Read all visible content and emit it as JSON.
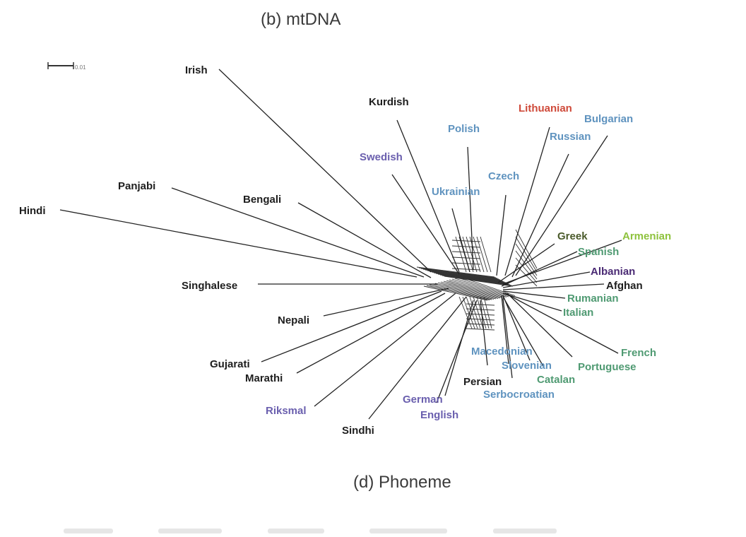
{
  "captions": {
    "top": "(b) mtDNA",
    "bottom": "(d) Phoneme"
  },
  "scale_bar": {
    "label": "0.01"
  },
  "colors": {
    "black": "#1e1e1e",
    "slavic_blue": "#5f93bf",
    "germanic_purple": "#6a5fae",
    "romance_green": "#4f9a72",
    "armenian_green": "#8ec23d",
    "baltic_red": "#cf4a3a",
    "albanian_purple": "#4a2a74",
    "greek_olive": "#4a5a2a"
  },
  "taxa": [
    {
      "name": "Irish",
      "color": "#1e1e1e"
    },
    {
      "name": "Kurdish",
      "color": "#1e1e1e"
    },
    {
      "name": "Polish",
      "color": "#5f93bf"
    },
    {
      "name": "Lithuanian",
      "color": "#cf4a3a"
    },
    {
      "name": "Bulgarian",
      "color": "#5f93bf"
    },
    {
      "name": "Russian",
      "color": "#5f93bf"
    },
    {
      "name": "Swedish",
      "color": "#6a5fae"
    },
    {
      "name": "Czech",
      "color": "#5f93bf"
    },
    {
      "name": "Ukrainian",
      "color": "#5f93bf"
    },
    {
      "name": "Panjabi",
      "color": "#1e1e1e"
    },
    {
      "name": "Bengali",
      "color": "#1e1e1e"
    },
    {
      "name": "Hindi",
      "color": "#1e1e1e"
    },
    {
      "name": "Greek",
      "color": "#4a5a2a"
    },
    {
      "name": "Armenian",
      "color": "#8ec23d"
    },
    {
      "name": "Spanish",
      "color": "#4f9a72"
    },
    {
      "name": "Albanian",
      "color": "#4a2a74"
    },
    {
      "name": "Afghan",
      "color": "#1e1e1e"
    },
    {
      "name": "Singhalese",
      "color": "#1e1e1e"
    },
    {
      "name": "Rumanian",
      "color": "#4f9a72"
    },
    {
      "name": "Italian",
      "color": "#4f9a72"
    },
    {
      "name": "Nepali",
      "color": "#1e1e1e"
    },
    {
      "name": "French",
      "color": "#4f9a72"
    },
    {
      "name": "Macedonian",
      "color": "#5f93bf"
    },
    {
      "name": "Slovenian",
      "color": "#5f93bf"
    },
    {
      "name": "Portuguese",
      "color": "#4f9a72"
    },
    {
      "name": "Gujarati",
      "color": "#1e1e1e"
    },
    {
      "name": "Marathi",
      "color": "#1e1e1e"
    },
    {
      "name": "Persian",
      "color": "#1e1e1e"
    },
    {
      "name": "Catalan",
      "color": "#4f9a72"
    },
    {
      "name": "German",
      "color": "#6a5fae"
    },
    {
      "name": "Serbocroatian",
      "color": "#5f93bf"
    },
    {
      "name": "Riksmal",
      "color": "#6a5fae"
    },
    {
      "name": "English",
      "color": "#6a5fae"
    },
    {
      "name": "Sindhi",
      "color": "#1e1e1e"
    }
  ]
}
